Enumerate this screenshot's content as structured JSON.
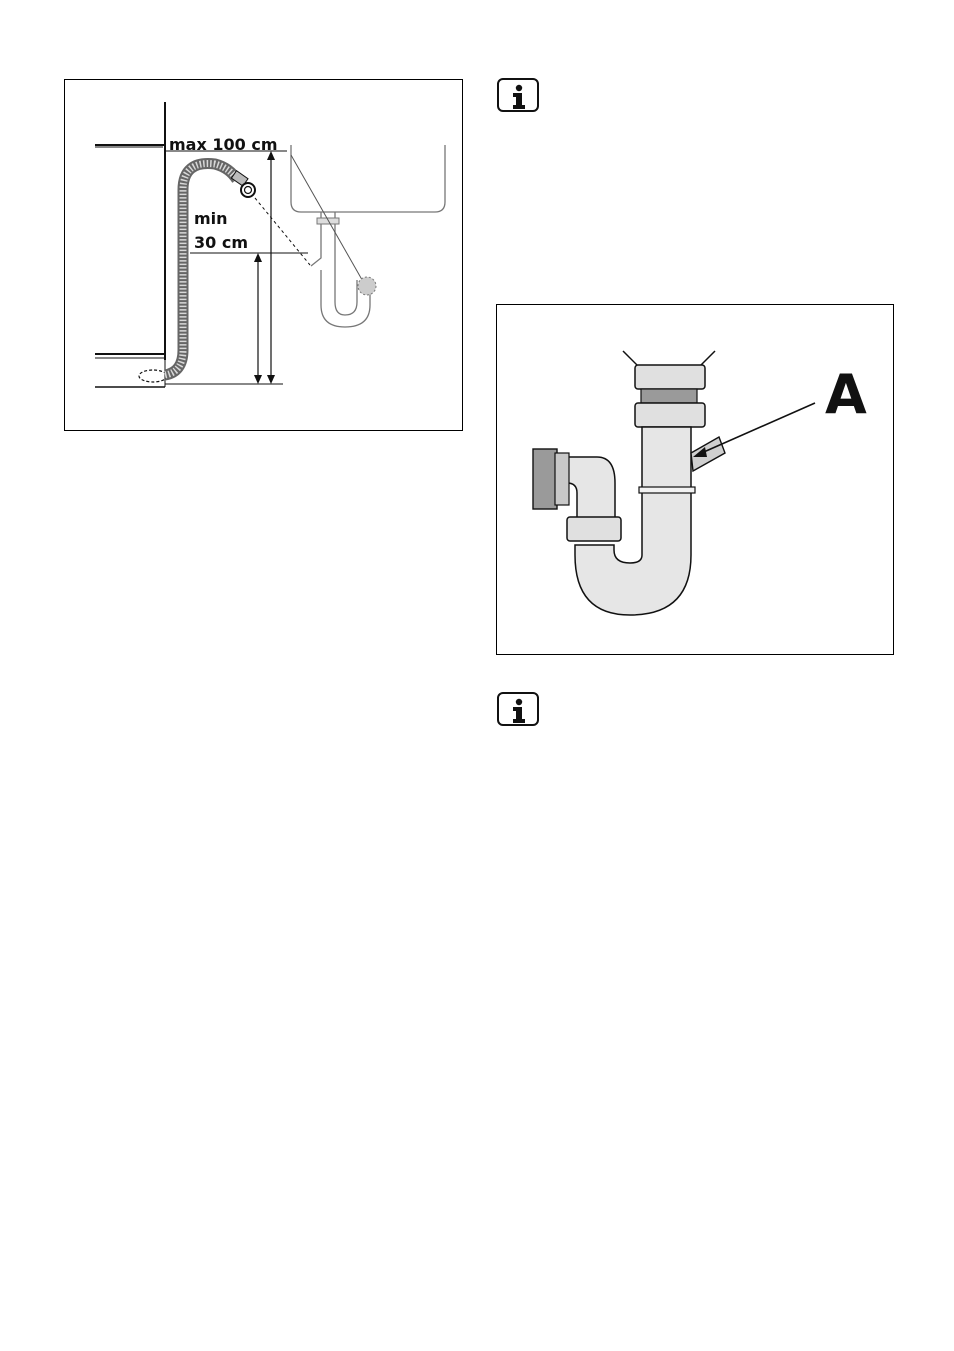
{
  "drain_diagram": {
    "max_label": "max 100 cm",
    "min_label_line1": "min",
    "min_label_line2": "30 cm"
  },
  "siphon_diagram": {
    "callout_label": "A"
  },
  "icons": [
    "info-icon",
    "info-icon"
  ]
}
